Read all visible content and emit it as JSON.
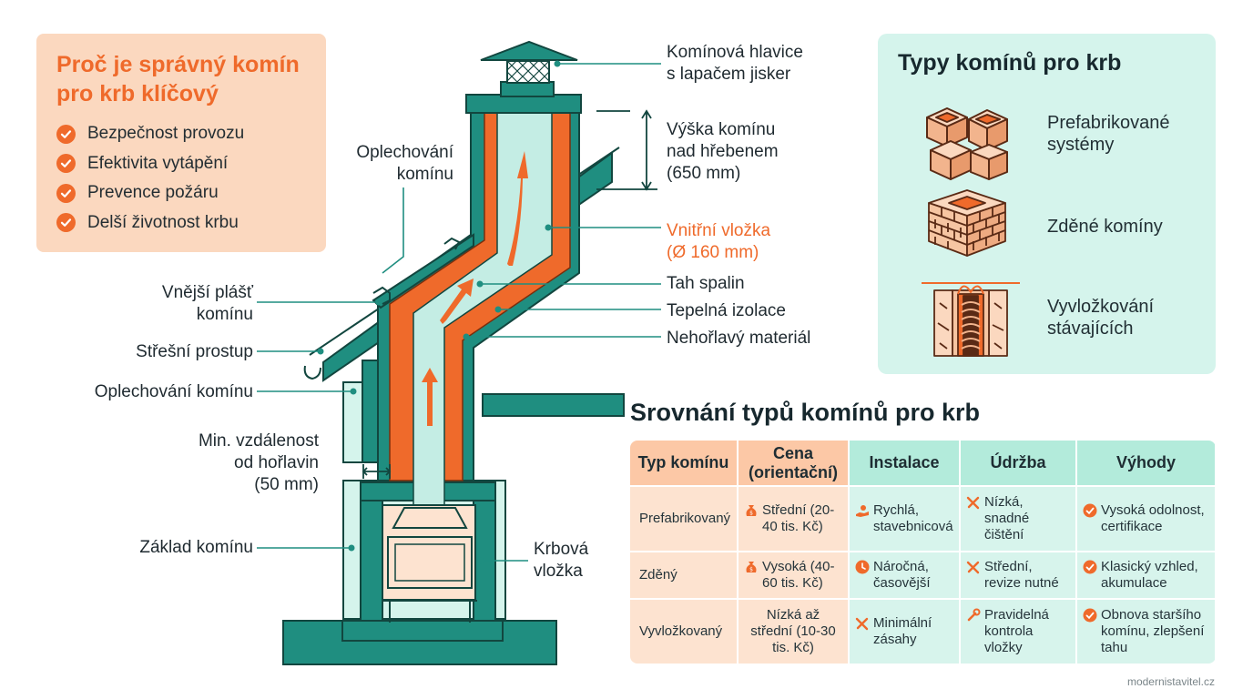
{
  "why": {
    "title": "Proč je správný komín pro krb klíčový",
    "items": [
      "Bezpečnost provozu",
      "Efektivita vytápění",
      "Prevence požáru",
      "Delší životnost krbu"
    ]
  },
  "diagram": {
    "labels": {
      "cap": "Komínová hlavice\ns lapačem jisker",
      "height": "Výška komínu\nnad hřebenem\n(650 mm)",
      "liner": "Vnitřní vložka\n(Ø 160 mm)",
      "draft": "Tah spalin",
      "insulation": "Tepelná izolace",
      "noncomb": "Nehořlavý materiál",
      "flashing_top": "Oplechování\nkomínu",
      "outer_shell": "Vnější plášť\nkomínu",
      "roof_pass": "Střešní prostup",
      "flashing_bottom": "Oplechování komínu",
      "clearance": "Min. vzdálenost\nod hořlavin\n(50 mm)",
      "base": "Základ komínu",
      "insert": "Krbová\nvložka"
    }
  },
  "types": {
    "title": "Typy komínů pro krb",
    "items": [
      {
        "label": "Prefabrikované systémy",
        "icon": "prefab-blocks-icon"
      },
      {
        "label": "Zděné komíny",
        "icon": "brick-chimney-icon"
      },
      {
        "label": "Vyvložkování stávajících",
        "icon": "lined-chimney-icon"
      }
    ]
  },
  "comparison": {
    "title": "Srovnání typů komínů pro krb",
    "headers": [
      "Typ komínu",
      "Cena (orientační)",
      "Instalace",
      "Údržba",
      "Výhody"
    ],
    "rows": [
      {
        "type": "Prefabrikovaný",
        "price": "Střední (20-40 tis. Kč)",
        "install": "Rychlá, stavebnicová",
        "maint": "Nízká, snadné čištění",
        "adv": "Vysoká odolnost, certifikace"
      },
      {
        "type": "Zděný",
        "price": "Vysoká (40-60 tis. Kč)",
        "install": "Náročná, časovější",
        "maint": "Střední, revize nutné",
        "adv": "Klasický vzhled, akumulace"
      },
      {
        "type": "Vyvložkovaný",
        "price": "Nízká až střední (10-30 tis. Kč)",
        "install": "Minimální zásahy",
        "maint": "Pravidelná kontrola vložky",
        "adv": "Obnova staršího komínu, zlepšení tahu"
      }
    ]
  },
  "credit": "modernistavitel.cz",
  "colors": {
    "teal": "#1f8e80",
    "orange": "#ef6a2b",
    "mint": "#d5f4ec",
    "peach": "#fbd8bf",
    "flue": "#c4ede4"
  }
}
